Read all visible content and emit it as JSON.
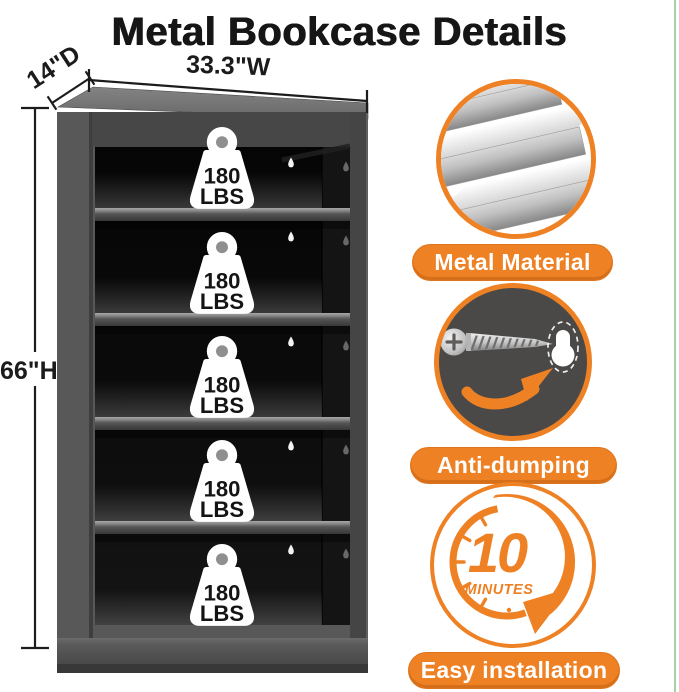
{
  "title": "Metal Bookcase Details",
  "bookcase": {
    "depth_label": "14\"D",
    "width_label": "33.3\"W",
    "height_label": "66\"H",
    "shelf_count": 5,
    "shelf_capacity": {
      "line1": "180",
      "line2": "LBS"
    }
  },
  "features": [
    {
      "label": "Metal Material",
      "icon": "steel-shelves-icon"
    },
    {
      "label": "Anti-dumping",
      "icon": "screw-wall-anchor-icon"
    },
    {
      "label": "Easy installation",
      "icon": "clock-timer-icon",
      "timer_value": "10",
      "timer_unit": "MINUTES"
    }
  ],
  "colors": {
    "accent_orange": "#ee8124",
    "cabinet_gray": "#585858",
    "interior_black": "#0c0c0c",
    "badge_dark_gray": "#4a4947",
    "edge_line_green": "#a5d3a5"
  }
}
